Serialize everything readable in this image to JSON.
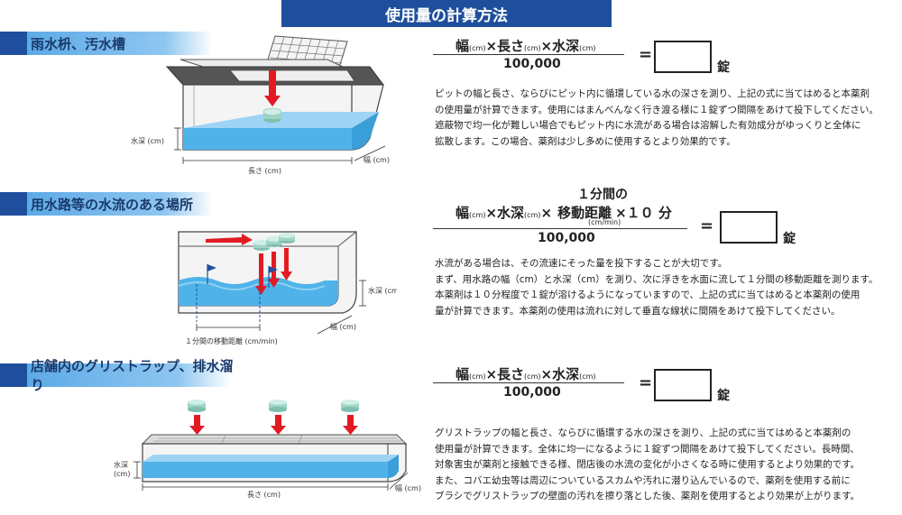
{
  "title": "使用量の計算方法",
  "sections": [
    {
      "label": "雨水枡、汚水槽",
      "dims": {
        "depth": "水深 (cm)",
        "length": "長さ (cm)",
        "width": "幅 (cm)"
      },
      "formula": {
        "t1": "幅",
        "s1": "(cm)",
        "op1": "×",
        "t2": "長さ",
        "s2": "(cm)",
        "op2": "×",
        "t3": "水深",
        "s3": "(cm)",
        "denominator": "100,000",
        "equals": "=",
        "unit": "錠"
      },
      "description": [
        "ピットの幅と長さ、ならびにピット内に循環している水の深さを測り、上記の式に当てはめると本薬剤",
        "の使用量が計算できます。使用にはまんべんなく行き渡る様に１錠ずつ間隔をあけて投下してください。",
        "遮蔽物で均一化が難しい場合でもピット内に水流がある場合は溶解した有効成分がゆっくりと全体に",
        "拡散します。この場合、薬剤は少し多めに使用するとより効果的です。"
      ]
    },
    {
      "label": "用水路等の水流のある場所",
      "dims": {
        "depth": "水深 (cm)",
        "width": "幅 (cm)",
        "distance": "１分間の移動距離 (cm/min)"
      },
      "formula": {
        "t1": "幅",
        "s1": "(cm)",
        "op1": "×",
        "t2": "水深",
        "s2": "(cm)",
        "op2": "×",
        "top": "１分間の",
        "mid": "移動距離",
        "s3": "(cm/min)",
        "tail": "×１０ 分",
        "denominator": "100,000",
        "equals": "=",
        "unit": "錠"
      },
      "description": [
        "水流がある場合は、その流速にそった量を投下することが大切です。",
        "まず、用水路の幅（cm）と水深（cm）を測り、次に浮きを水面に流して１分間の移動距離を測ります。",
        "本薬剤は１０分程度で１錠が溶けるようになっていますので、上記の式に当てはめると本薬剤の使用",
        "量が計算できます。本薬剤の使用は流れに対して垂直な線状に間隔をあけて投下してください。"
      ]
    },
    {
      "label": "店舗内のグリストラップ、排水溜り",
      "dims": {
        "depth1": "水深",
        "depth2": "(cm)",
        "length": "長さ (cm)",
        "width": "幅 (cm)"
      },
      "formula": {
        "t1": "幅",
        "s1": "(cm)",
        "op1": "×",
        "t2": "長さ",
        "s2": "(cm)",
        "op2": "×",
        "t3": "水深",
        "s3": "(cm)",
        "denominator": "100,000",
        "equals": "=",
        "unit": "錠"
      },
      "description": [
        "グリストラップの幅と長さ、ならびに循環する水の深さを測り、上記の式に当てはめると本薬剤の",
        "使用量が計算できます。全体に均一になるように１錠ずつ間隔をあけて投下してください。長時間、",
        "対象害虫が薬剤と接触できる様、閉店後の水流の変化が小さくなる時に使用するとより効果的です。",
        "また、コバエ幼虫等は周辺についているスカムや汚れに潜り込んでいるので、薬剤を使用する前に",
        "ブラシでグリストラップの壁面の汚れを擦り落とした後、薬剤を使用するとより効果が上がります。"
      ]
    }
  ],
  "colors": {
    "banner": "#1f4f9c",
    "water": "#4fb3ea",
    "arrow": "#e21b23"
  }
}
